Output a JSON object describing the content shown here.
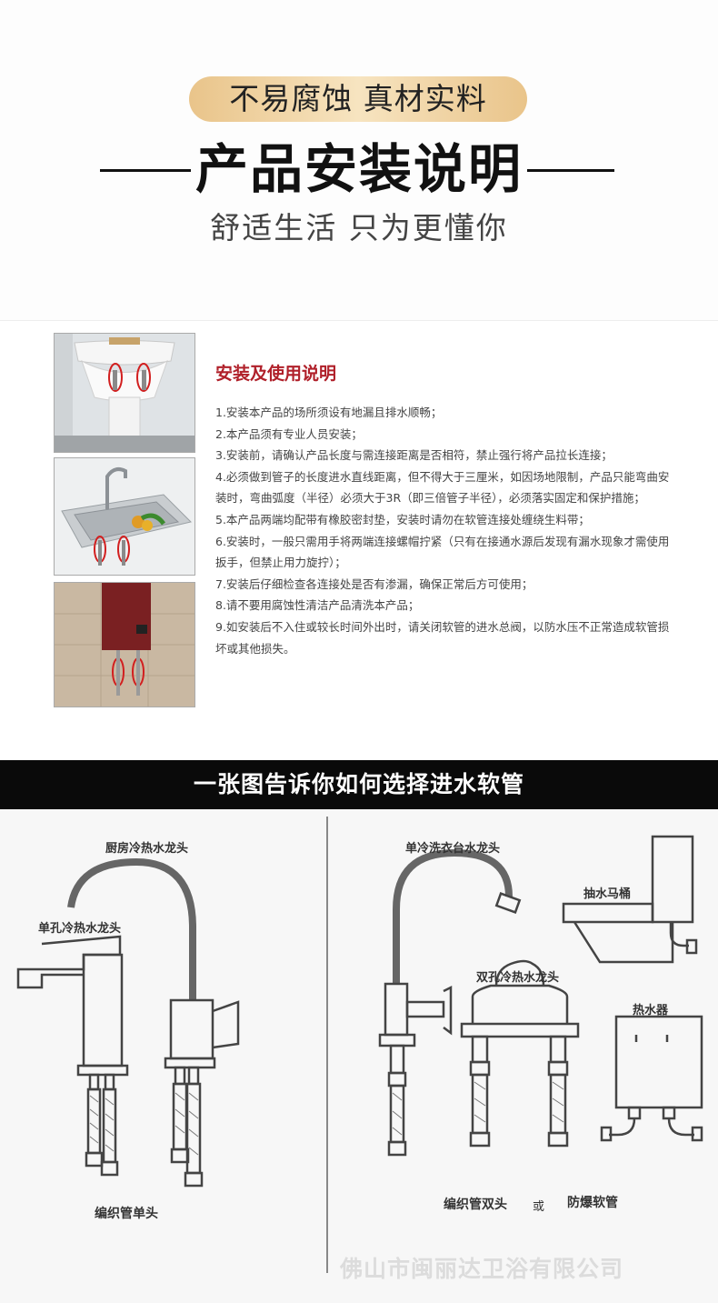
{
  "header": {
    "badge": "不易腐蚀 真材实料",
    "title": "产品安装说明",
    "subtitle": "舒适生活 只为更懂你"
  },
  "instructions": {
    "heading": "安装及使用说明",
    "items": [
      "1.安装本产品的场所须设有地漏且排水顺畅；",
      "2.本产品须有专业人员安装；",
      "3.安装前，请确认产品长度与需连接距离是否相符，禁止强行将产品拉长连接；",
      "4.必须做到管子的长度进水直线距离，但不得大于三厘米，如因场地限制，产品只能弯曲安装时，弯曲弧度（半径）必须大于3R（即三倍管子半径），必须落实固定和保护措施；",
      "5.本产品两端均配带有橡胶密封垫，安装时请勿在软管连接处缠绕生料带；",
      "6.安装时，一般只需用手将两端连接螺帽拧紧（只有在接通水源后发现有漏水现象才需使用扳手，但禁止用力旋拧）；",
      "7.安装后仔细检查各连接处是否有渗漏，确保正常后方可使用；",
      "8.请不要用腐蚀性清洁产品清洗本产品；",
      "9.如安装后不入住或较长时间外出时，请关闭软管的进水总阀，以防水压不正常造成软管损坏或其他损失。"
    ]
  },
  "band": {
    "title": "一张图告诉你如何选择进水软管"
  },
  "diagram": {
    "labels": {
      "kitchen_faucet": "厨房冷热水龙头",
      "single_hole_faucet": "单孔冷热水龙头",
      "single_cold_faucet": "单冷洗衣台水龙头",
      "toilet": "抽水马桶",
      "double_hole_faucet": "双孔冷热水龙头",
      "water_heater": "热水器",
      "braided_single": "编织管单头",
      "braided_double": "编织管双头",
      "or": "或",
      "explosion_proof": "防爆软管"
    },
    "watermark": "佛山市闽丽达卫浴有限公司"
  }
}
